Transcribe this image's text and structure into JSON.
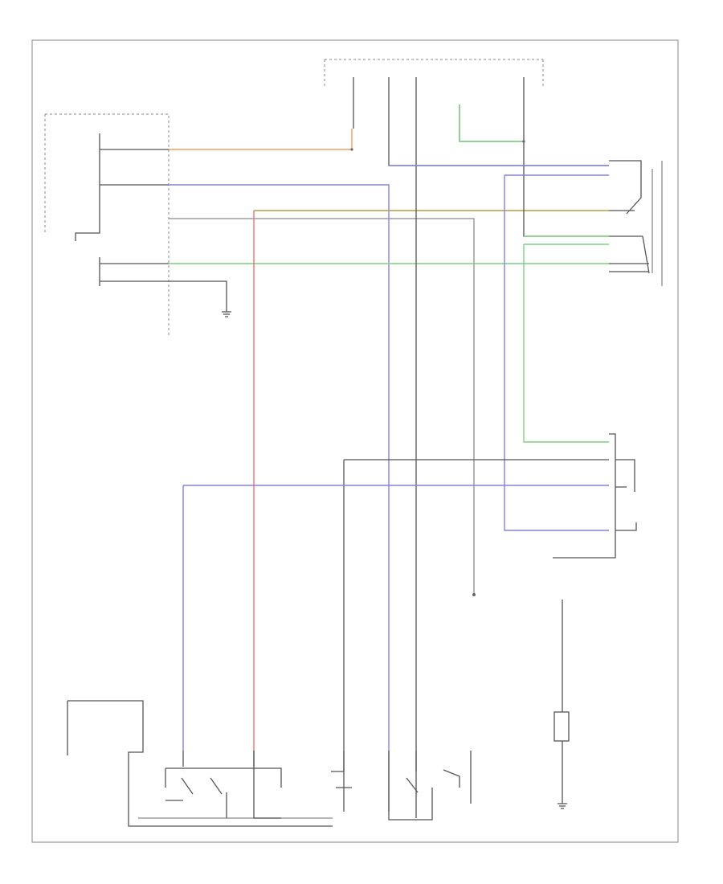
{
  "diagram": {
    "footer_code": "",
    "colors": {
      "frame": "#9a9a9a",
      "ground_wire": "#8c8c8c",
      "orange_wire": "#f0a060",
      "blue_wire": "#8080f0",
      "red_wire": "#f07070",
      "green_wire": "#80d080",
      "olive_wire": "#b0a040"
    },
    "nodes": [
      {
        "id": "comb-switch",
        "label": ""
      },
      {
        "id": "relay-box",
        "label": ""
      },
      {
        "id": "right-connector",
        "label": ""
      },
      {
        "id": "left-connector",
        "label": ""
      },
      {
        "id": "ground-top",
        "label": ""
      },
      {
        "id": "bottom-left-component",
        "label": ""
      },
      {
        "id": "bottom-switch-group",
        "label": ""
      },
      {
        "id": "bottom-right-component",
        "label": ""
      },
      {
        "id": "bottom-right-ground",
        "label": ""
      }
    ]
  }
}
